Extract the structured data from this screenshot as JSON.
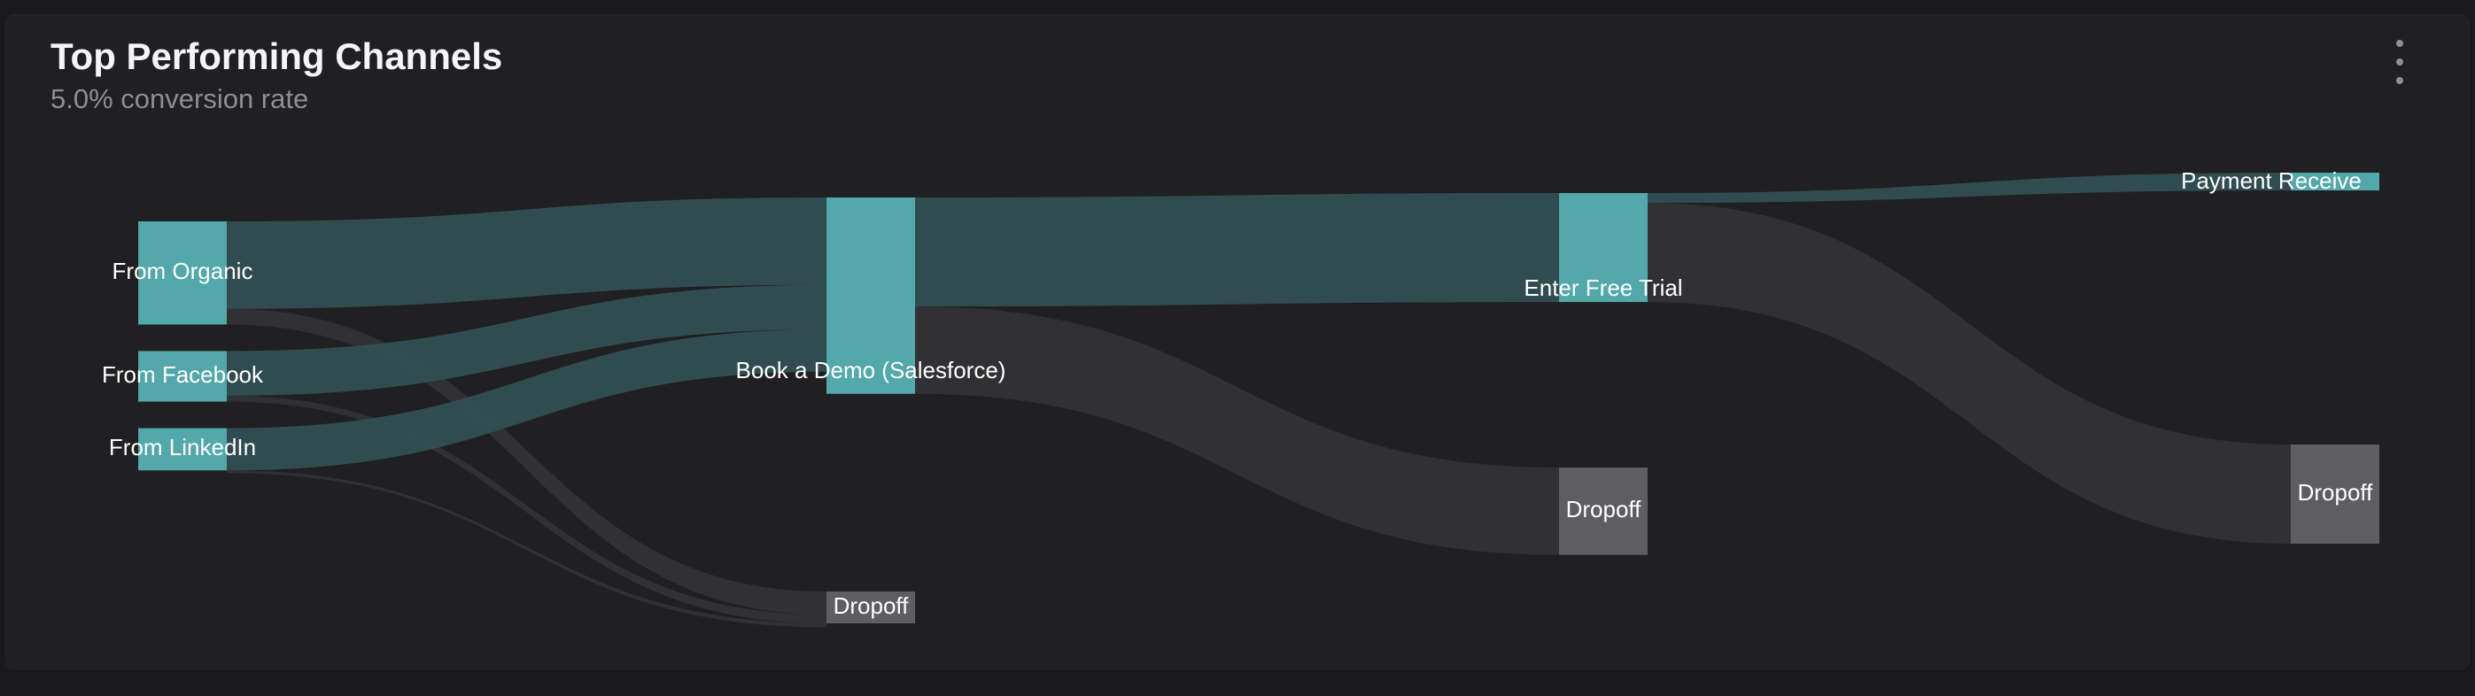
{
  "card": {
    "title": "Top Performing Channels",
    "subtitle": "5.0% conversion rate"
  },
  "menu_icon": "more-vertical-icon",
  "colors": {
    "teal": "#52a8aa",
    "teal_link": "#335155",
    "gray_node": "#5e5d61",
    "gray_link": "#353537",
    "background": "#202022"
  },
  "chart_data": {
    "type": "sankey",
    "title": "Top Performing Channels",
    "subtitle": "5.0% conversion rate",
    "nodes": [
      {
        "id": "organic",
        "label": "From Organic",
        "stage": 0,
        "kind": "success"
      },
      {
        "id": "facebook",
        "label": "From Facebook",
        "stage": 0,
        "kind": "success"
      },
      {
        "id": "linkedin",
        "label": "From LinkedIn",
        "stage": 0,
        "kind": "success"
      },
      {
        "id": "demo",
        "label": "Book a Demo (Salesforce)",
        "stage": 1,
        "kind": "success"
      },
      {
        "id": "drop1",
        "label": "Dropoff",
        "stage": 1,
        "kind": "dropoff"
      },
      {
        "id": "trial",
        "label": "Enter Free Trial",
        "stage": 2,
        "kind": "success"
      },
      {
        "id": "drop2",
        "label": "Dropoff",
        "stage": 2,
        "kind": "dropoff"
      },
      {
        "id": "payment",
        "label": "Payment Receive",
        "stage": 3,
        "kind": "success"
      },
      {
        "id": "drop3",
        "label": "Dropoff",
        "stage": 3,
        "kind": "dropoff"
      }
    ],
    "links": [
      {
        "source": "organic",
        "target": "demo",
        "value": 178
      },
      {
        "source": "organic",
        "target": "drop1",
        "value": 32
      },
      {
        "source": "facebook",
        "target": "demo",
        "value": 91
      },
      {
        "source": "facebook",
        "target": "drop1",
        "value": 12
      },
      {
        "source": "linkedin",
        "target": "demo",
        "value": 86
      },
      {
        "source": "linkedin",
        "target": "drop1",
        "value": 0
      },
      {
        "source": "demo",
        "target": "trial",
        "value": 222
      },
      {
        "source": "demo",
        "target": "drop2",
        "value": 178
      },
      {
        "source": "trial",
        "target": "payment",
        "value": 20
      },
      {
        "source": "trial",
        "target": "drop3",
        "value": 202
      }
    ]
  }
}
